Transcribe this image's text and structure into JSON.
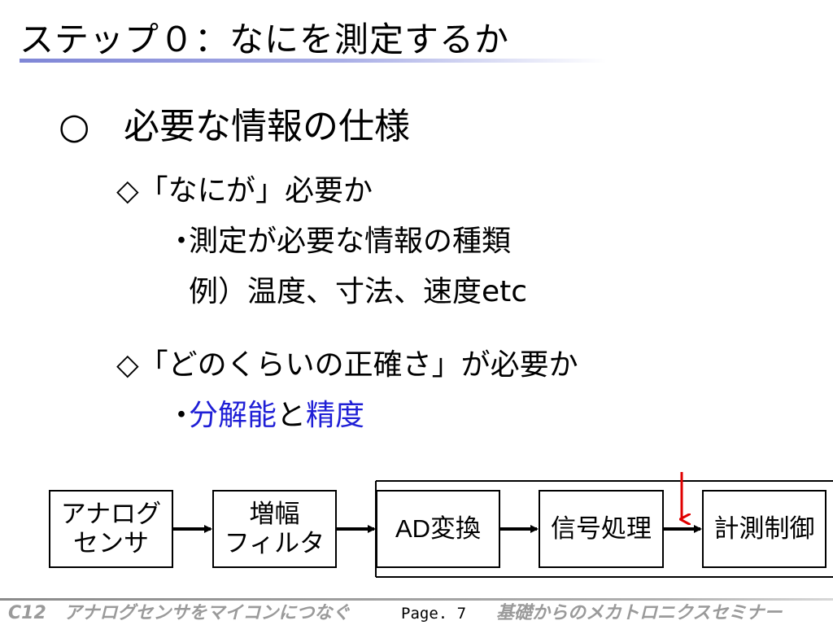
{
  "title": "ステップ０：なにを測定するか",
  "main_bullet": {
    "mark": "○",
    "text": "必要な情報の仕様"
  },
  "section1": {
    "heading": "◇「なにが」必要か",
    "item_marker": "・",
    "item": "測定が必要な情報の種類",
    "example": "例）温度、寸法、速度etc"
  },
  "section2": {
    "heading": "◇「どのくらいの正確さ」が必要か",
    "item_marker": "・",
    "item_part1": "分解能",
    "item_part2": "と",
    "item_part3": "精度"
  },
  "diagram": {
    "blocks": [
      {
        "line1": "アナログ",
        "line2": "センサ"
      },
      {
        "line1": "増幅",
        "line2": "フィルタ"
      },
      {
        "line1": "AD変換",
        "line2": ""
      },
      {
        "line1": "信号処理",
        "line2": ""
      },
      {
        "line1": "計測制御",
        "line2": ""
      }
    ],
    "arrow_color": "#000000",
    "marker_color": "#e00000"
  },
  "footer": {
    "left": "C12　アナログセンサをマイコンにつなぐ",
    "page": "Page. 7",
    "right": "基礎からのメカトロニクスセミナー"
  }
}
